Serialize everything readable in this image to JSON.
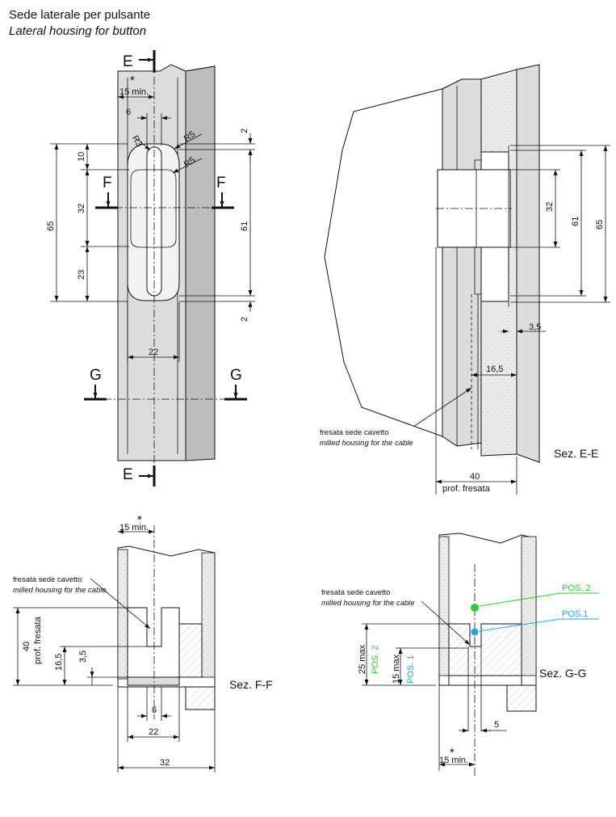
{
  "header": {
    "title_it": "Sede laterale per pulsante",
    "title_en": "Lateral housing for button"
  },
  "front_view": {
    "section_e": "E",
    "section_f": "F",
    "section_g": "G",
    "star": "*",
    "dim_15min": "15 min.",
    "dim_6": "6",
    "dim_r3": "R3",
    "dim_r5_top": "R5",
    "dim_r5_mid": "R5",
    "dim_2_top": "2",
    "dim_2_bottom": "2",
    "dim_10": "10",
    "dim_32": "32",
    "dim_23": "23",
    "dim_65": "65",
    "dim_61": "61",
    "dim_22": "22"
  },
  "section_ee": {
    "label": "Sez. E-E",
    "dim_32": "32",
    "dim_61": "61",
    "dim_65": "65",
    "dim_3_5": "3,5",
    "dim_16_5": "16,5",
    "dim_40": "40",
    "prof_fresata": "prof. fresata",
    "note_it": "fresata sede cavetto",
    "note_en": "milled housing for the cable"
  },
  "section_ff": {
    "label": "Sez. F-F",
    "star": "*",
    "dim_15min": "15 min.",
    "note_it": "fresata sede cavetto",
    "note_en": "milled housing for the cable",
    "dim_40": "40",
    "prof_fresata": "prof. fresata",
    "dim_16_5": "16,5",
    "dim_3_5": "3,5",
    "dim_6": "6",
    "dim_22": "22",
    "dim_32": "32"
  },
  "section_gg": {
    "label": "Sez. G-G",
    "note_it": "fresata sede cavetto",
    "note_en": "milled housing for the cable",
    "pos2": "POS. 2",
    "pos1": "POS.1",
    "dim_25max": "25 max",
    "pos2_v": "POS. 2",
    "dim_15max": "15 max",
    "pos1_v": "POS. 1",
    "dim_5": "5",
    "star": "*",
    "dim_15min": "15 min."
  },
  "colors": {
    "panel_fill": "#dcdcdc",
    "panel_dark": "#bdbdbd",
    "pos2_green": "#2ecc2e",
    "pos1_cyan": "#22a8d8"
  }
}
